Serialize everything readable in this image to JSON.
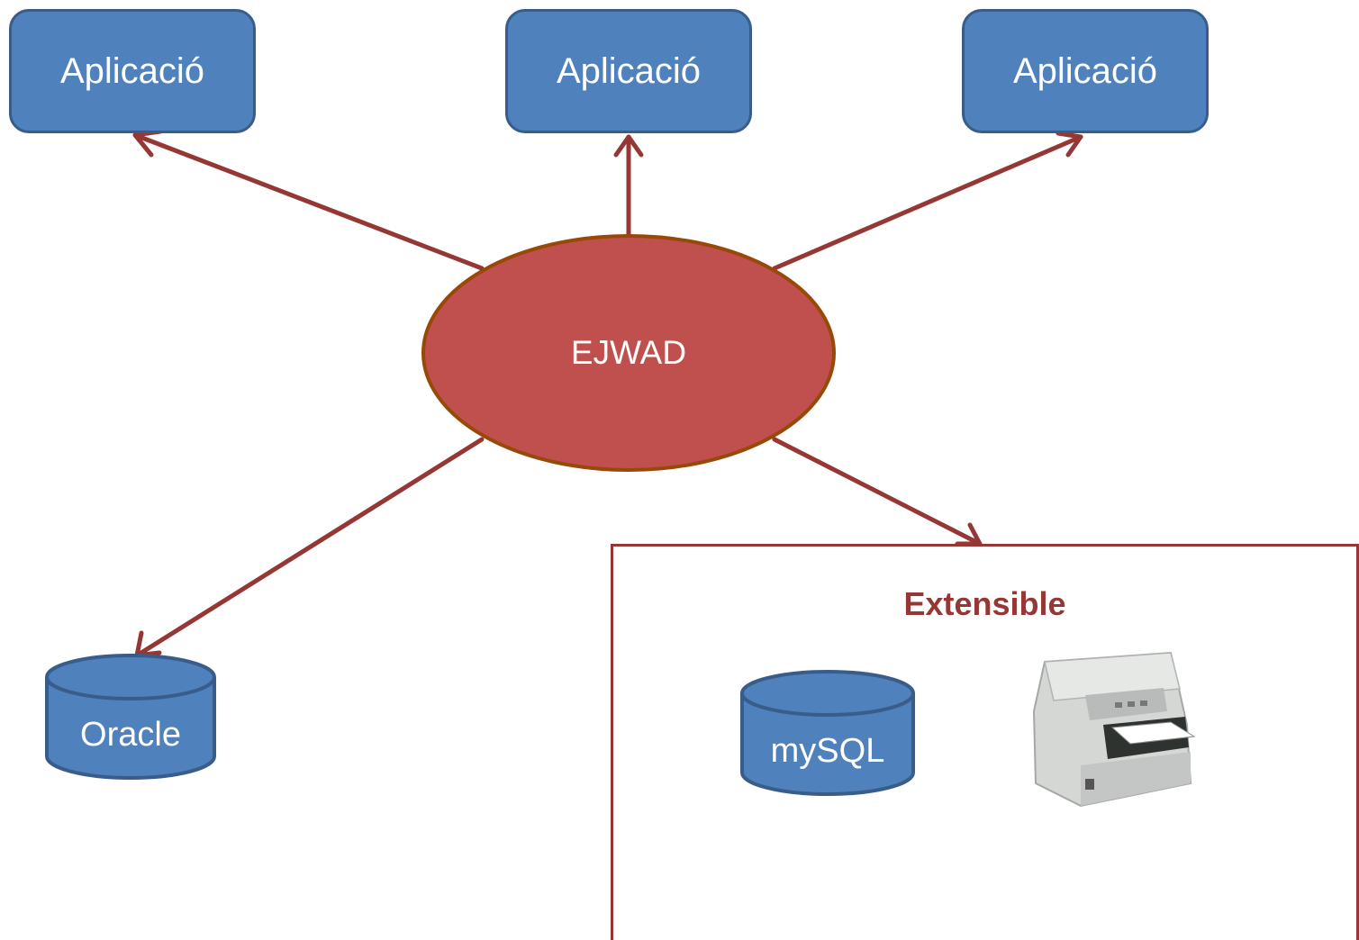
{
  "applications": [
    {
      "label": "Aplicació"
    },
    {
      "label": "Aplicació"
    },
    {
      "label": "Aplicació"
    }
  ],
  "hub": {
    "label": "EJWAD"
  },
  "databases": {
    "oracle": {
      "label": "Oracle"
    },
    "mysql": {
      "label": "mySQL"
    }
  },
  "extensible": {
    "title": "Extensible"
  },
  "colors": {
    "app_fill": "#4f81bd",
    "app_border": "#385d8a",
    "hub_fill": "#c0504d",
    "hub_border": "#984807",
    "arrow": "#953735"
  },
  "icons": {
    "printer": "printer-icon"
  }
}
